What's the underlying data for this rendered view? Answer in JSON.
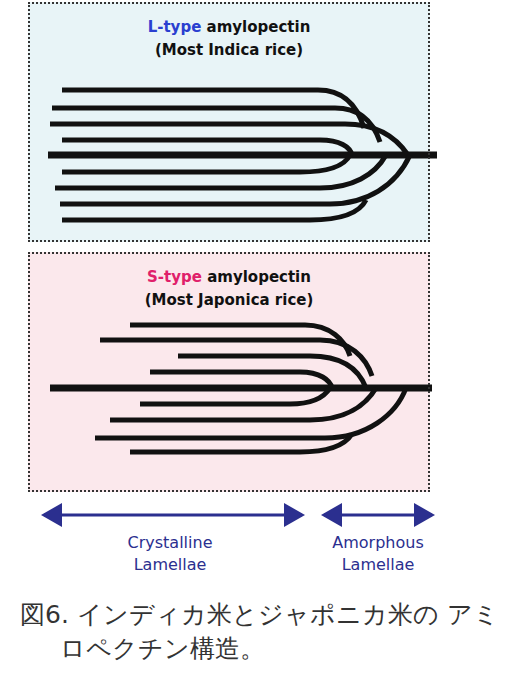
{
  "diagram": {
    "caption": "図6. インディカ米とジャポニカ米の アミロペクチン構造。",
    "nodes": [
      {
        "text": [
          "L-type",
          "amylopectin",
          "(Most Indica rice)"
        ]
      },
      {
        "text": [
          "S-type",
          "amylopectin",
          "(Most Japonica rice)"
        ]
      }
    ],
    "labels": [
      "Crystalline Lamellae",
      "Amorphous Lamellae"
    ]
  }
}
